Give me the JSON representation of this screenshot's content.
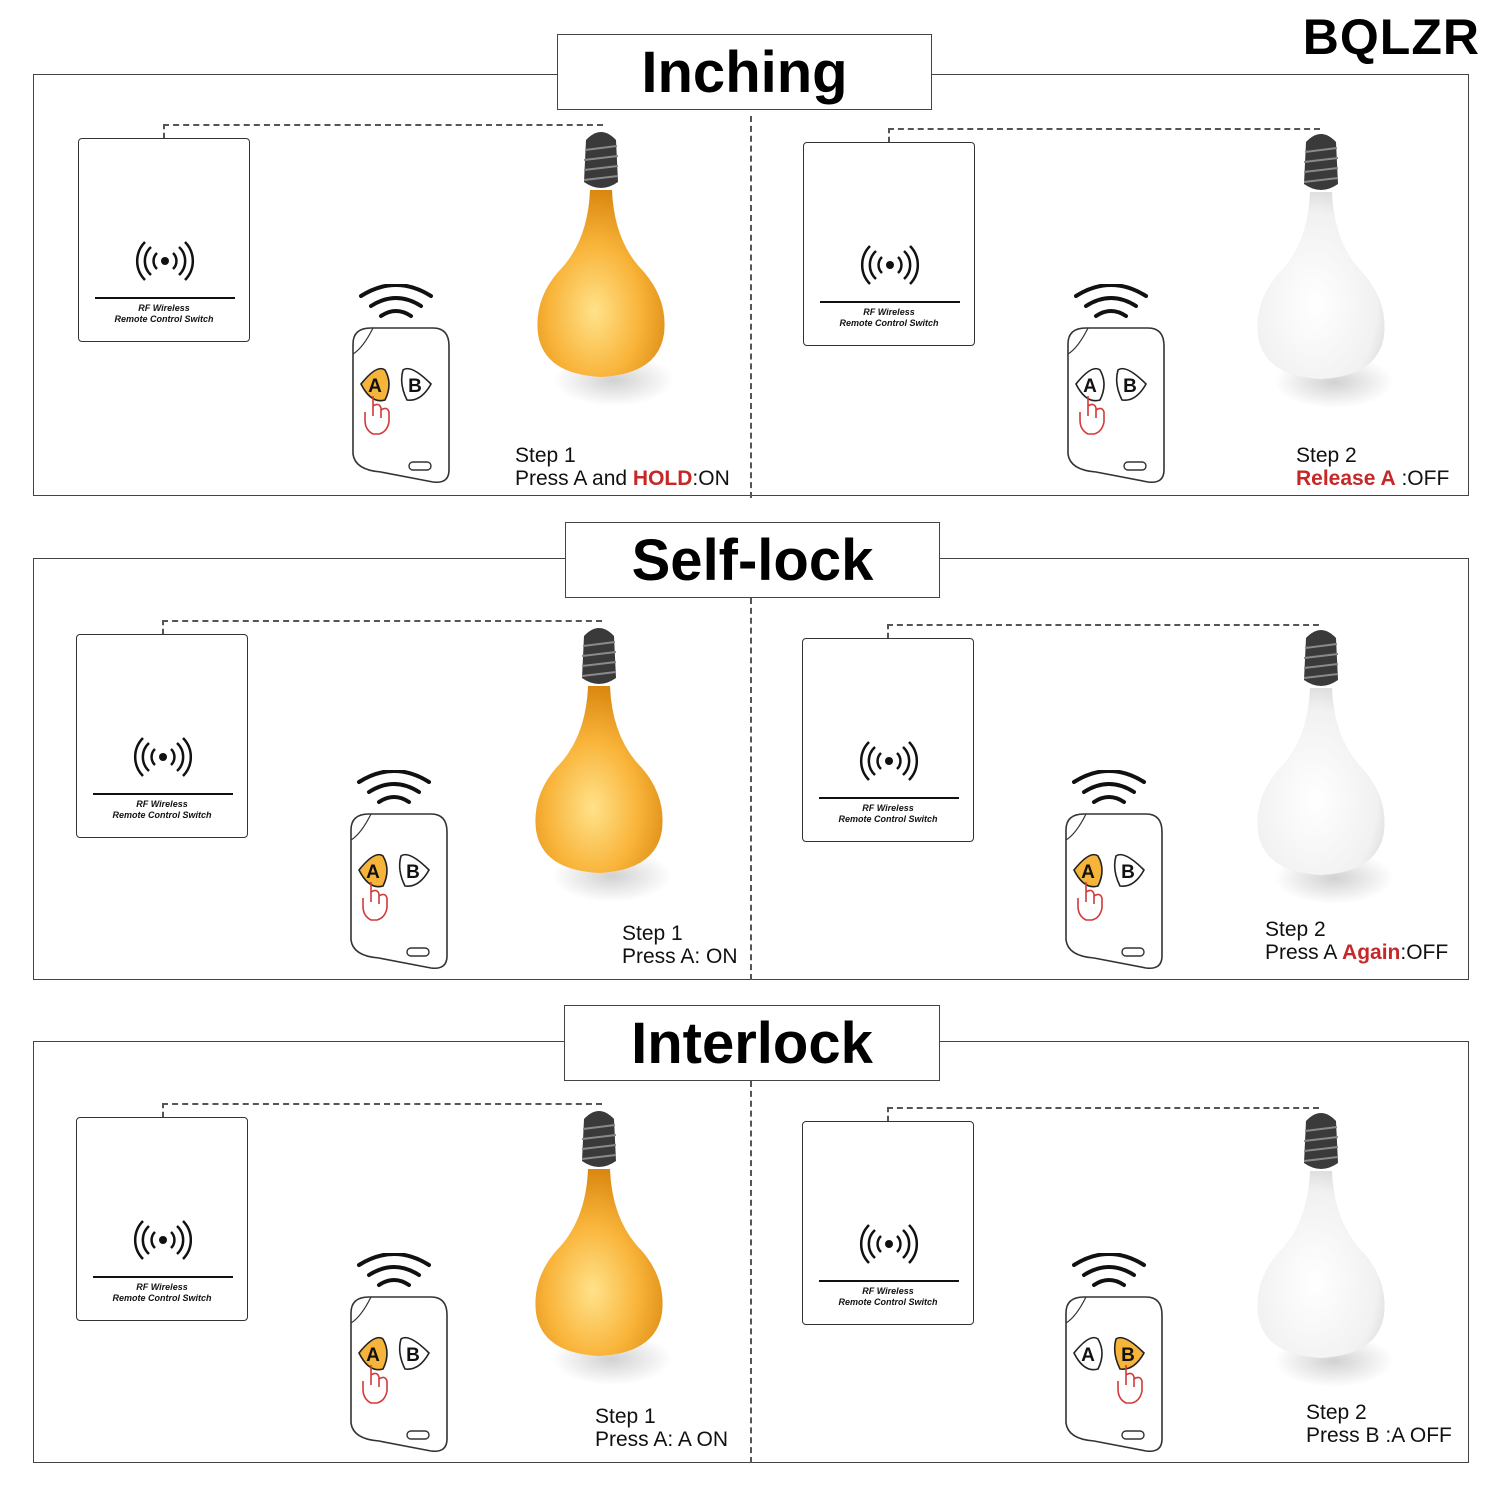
{
  "brand": "BQLZR",
  "module_label_line1": "RF Wireless",
  "module_label_line2": "Remote Control Switch",
  "button_a": "A",
  "button_b": "B",
  "colors": {
    "bulb_on": "#f5a623",
    "bulb_off": "#f2f2f2",
    "button_active": "#f6b53a",
    "highlight": "#c62828",
    "finger": "#d23a3a"
  },
  "icons": [
    "wireless-signal-icon",
    "rf-signal-icon",
    "finger-press-icon",
    "light-bulb-icon"
  ],
  "sections": [
    {
      "title": "Inching",
      "left": {
        "bulb": "on",
        "pressed": "A",
        "active": [
          "A"
        ],
        "step_label": "Step  1",
        "step_pre": "Press A and ",
        "step_hl": "HOLD",
        "step_post": ":ON"
      },
      "right": {
        "bulb": "off",
        "pressed": "A",
        "active": [],
        "step_label": "Step  2",
        "step_pre": "",
        "step_hl": "Release A",
        "step_post": " :OFF"
      }
    },
    {
      "title": "Self-lock",
      "left": {
        "bulb": "on",
        "pressed": "A",
        "active": [
          "A"
        ],
        "step_label": "Step  1",
        "step_pre": "Press A: ON",
        "step_hl": "",
        "step_post": ""
      },
      "right": {
        "bulb": "off",
        "pressed": "A",
        "active": [
          "A"
        ],
        "step_label": "Step  2",
        "step_pre": "Press A ",
        "step_hl": "Again",
        "step_post": ":OFF"
      }
    },
    {
      "title": "Interlock",
      "left": {
        "bulb": "on",
        "pressed": "A",
        "active": [
          "A"
        ],
        "step_label": "Step  1",
        "step_pre": "Press A:  A ON",
        "step_hl": "",
        "step_post": ""
      },
      "right": {
        "bulb": "off",
        "pressed": "B",
        "active": [
          "B"
        ],
        "step_label": "Step  2",
        "step_pre": "Press B :A OFF",
        "step_hl": "",
        "step_post": ""
      }
    }
  ]
}
